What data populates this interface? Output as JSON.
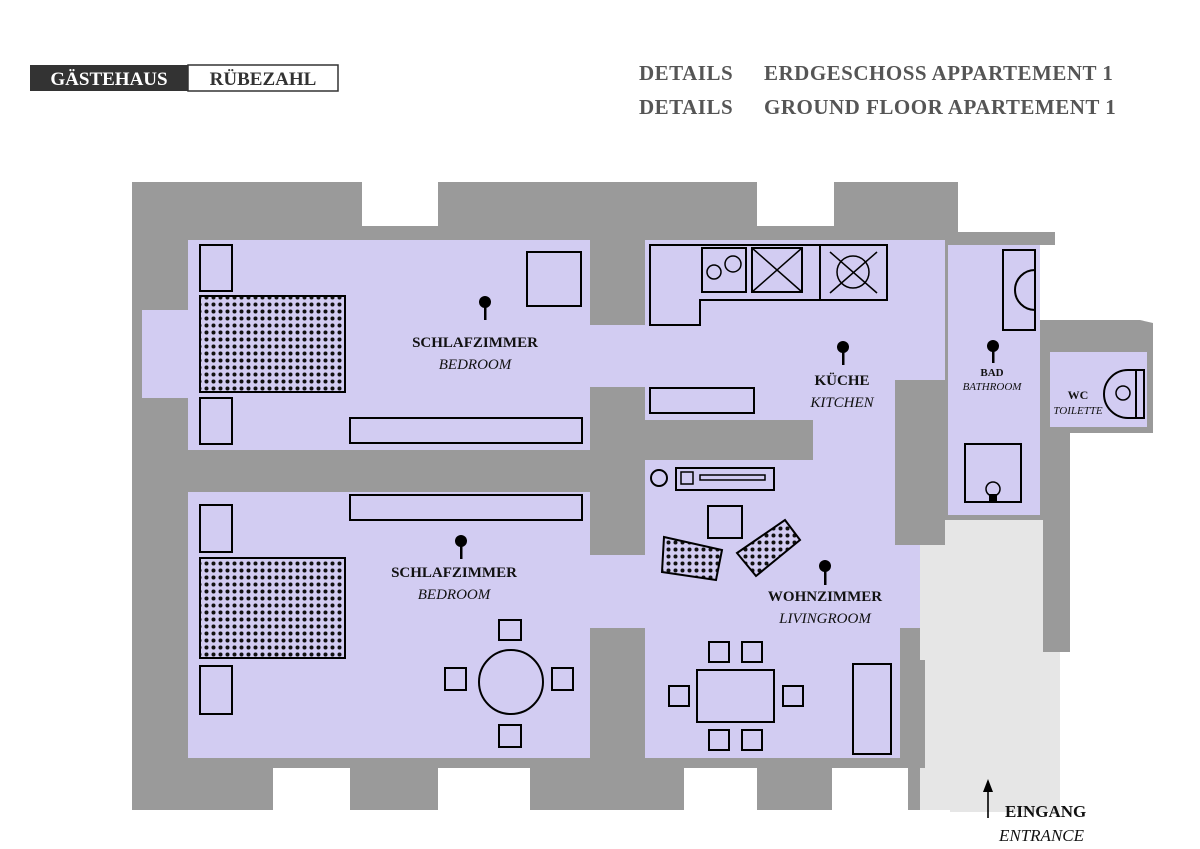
{
  "brand": {
    "left": "GÄSTEHAUS",
    "right": "RÜBEZAHL"
  },
  "header": {
    "line1_prefix": "DETAILS",
    "line1_title": "ERDGESCHOSS APPARTEMENT 1",
    "line2_prefix": "DETAILS",
    "line2_title": "GROUND FLOOR APARTEMENT 1"
  },
  "rooms": {
    "bedroom1": {
      "de": "SCHLAFZIMMER",
      "en": "BEDROOM"
    },
    "bedroom2": {
      "de": "SCHLAFZIMMER",
      "en": "BEDROOM"
    },
    "kitchen": {
      "de": "KÜCHE",
      "en": "KITCHEN"
    },
    "bathroom": {
      "de": "BAD",
      "en": "BATHROOM"
    },
    "toilet": {
      "de": "WC",
      "en": "TOILETTE"
    },
    "livingroom": {
      "de": "WOHNZIMMER",
      "en": "LIVINGROOM"
    },
    "entrance": {
      "de": "EINGANG",
      "en": "ENTRANCE"
    }
  },
  "icons": {
    "room_marker": "location-pin-icon",
    "entrance_arrow": "arrow-up-icon"
  },
  "colors": {
    "wall": "#9a9a9a",
    "room": "#d2ccf2",
    "entrance_area": "#e6e6e6",
    "brand_dark": "#333333",
    "header_text": "#555555"
  }
}
